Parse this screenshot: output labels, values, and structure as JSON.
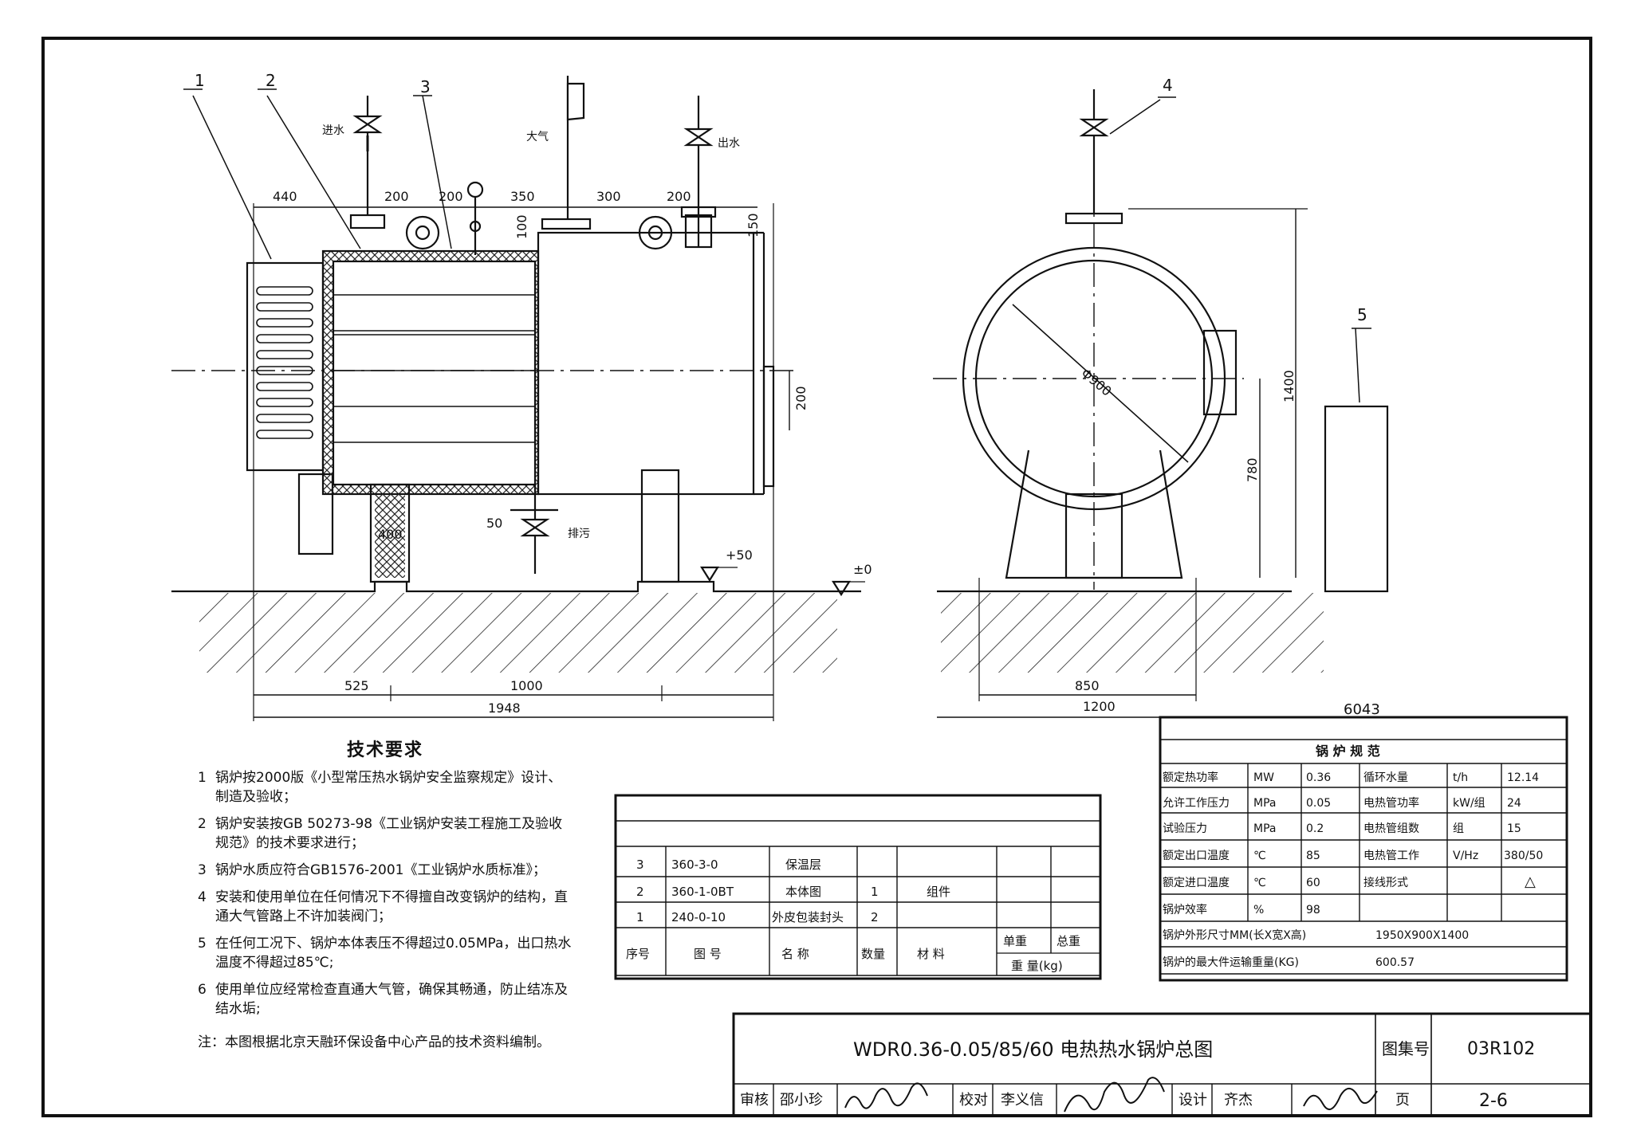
{
  "callouts": [
    "1",
    "2",
    "3",
    "4",
    "5"
  ],
  "front_view": {
    "labels": {
      "inlet": "进水",
      "atmosphere": "大气",
      "outlet": "出水",
      "drain": "排污"
    },
    "top_dims": [
      "440",
      "200",
      "200",
      "350",
      "300",
      "200"
    ],
    "dim_100": "100",
    "dim_150": "150",
    "dim_200": "200",
    "dim_400": "400",
    "dim_50": "50",
    "level_plus50": "+50",
    "level_zero": "±0",
    "bottom_dims": [
      "525",
      "1000"
    ],
    "total_len": "1948"
  },
  "side_view": {
    "diameter": "Φ900",
    "height_1400": "1400",
    "height_780": "780",
    "width_850": "850",
    "width_1200": "1200",
    "dim_6043": "6043"
  },
  "spec_table": {
    "title": "锅 炉 规 范",
    "rows": [
      [
        "额定热功率",
        "MW",
        "0.36",
        "循环水量",
        "t/h",
        "12.14"
      ],
      [
        "允许工作压力",
        "MPa",
        "0.05",
        "电热管功率",
        "kW/组",
        "24"
      ],
      [
        "试验压力",
        "MPa",
        "0.2",
        "电热管组数",
        "组",
        "15"
      ],
      [
        "额定出口温度",
        "℃",
        "85",
        "电热管工作",
        "V/Hz",
        "380/50"
      ],
      [
        "额定进口温度",
        "℃",
        "60",
        "接线形式",
        "",
        "△"
      ],
      [
        "锅炉效率",
        "%",
        "98",
        "",
        "",
        ""
      ]
    ],
    "dims_label": "锅炉外形尺寸MM(长X宽X高)",
    "dims_value": "1950X900X1400",
    "weight_label": "锅炉的最大件运输重量(KG)",
    "weight_value": "600.57"
  },
  "parts_table": {
    "rows": [
      [
        "3",
        "360-3-0",
        "保温层",
        "",
        "",
        "",
        ""
      ],
      [
        "2",
        "360-1-0BT",
        "本体图",
        "1",
        "组件",
        "",
        ""
      ],
      [
        "1",
        "240-0-10",
        "外皮包装封头",
        "2",
        "",
        "",
        ""
      ]
    ],
    "header": [
      "序号",
      "图 号",
      "名 称",
      "数量",
      "材 料"
    ],
    "unit_weight": "单重",
    "total_weight": "总重",
    "weight_kg": "重 量(kg)"
  },
  "notes": {
    "title": "技术要求",
    "items": [
      "锅炉按2000版《小型常压热水锅炉安全监察规定》设计、制造及验收；",
      "锅炉安装按GB 50273-98《工业锅炉安装工程施工及验收规范》的技术要求进行；",
      "锅炉水质应符合GB1576-2001《工业锅炉水质标准》；",
      "安装和使用单位在任何情况下不得擅自改变锅炉的结构，直通大气管路上不许加装阀门；",
      "在任何工况下、锅炉本体表压不得超过0.05MPa，出口热水温度不得超过85℃;",
      "使用单位应经常检查直通大气管，确保其畅通，防止结冻及结水垢;"
    ],
    "footnote": "注：本图根据北京天融环保设备中心产品的技术资料编制。"
  },
  "title_block": {
    "drawing_title": "WDR0.36-0.05/85/60  电热热水锅炉总图",
    "atlas_label": "图集号",
    "atlas_no": "03R102",
    "review_label": "审核",
    "reviewer": "邵小珍",
    "check_label": "校对",
    "checker": "李义信",
    "design_label": "设计",
    "designer": "齐杰",
    "page_label": "页",
    "page_no": "2-6"
  }
}
